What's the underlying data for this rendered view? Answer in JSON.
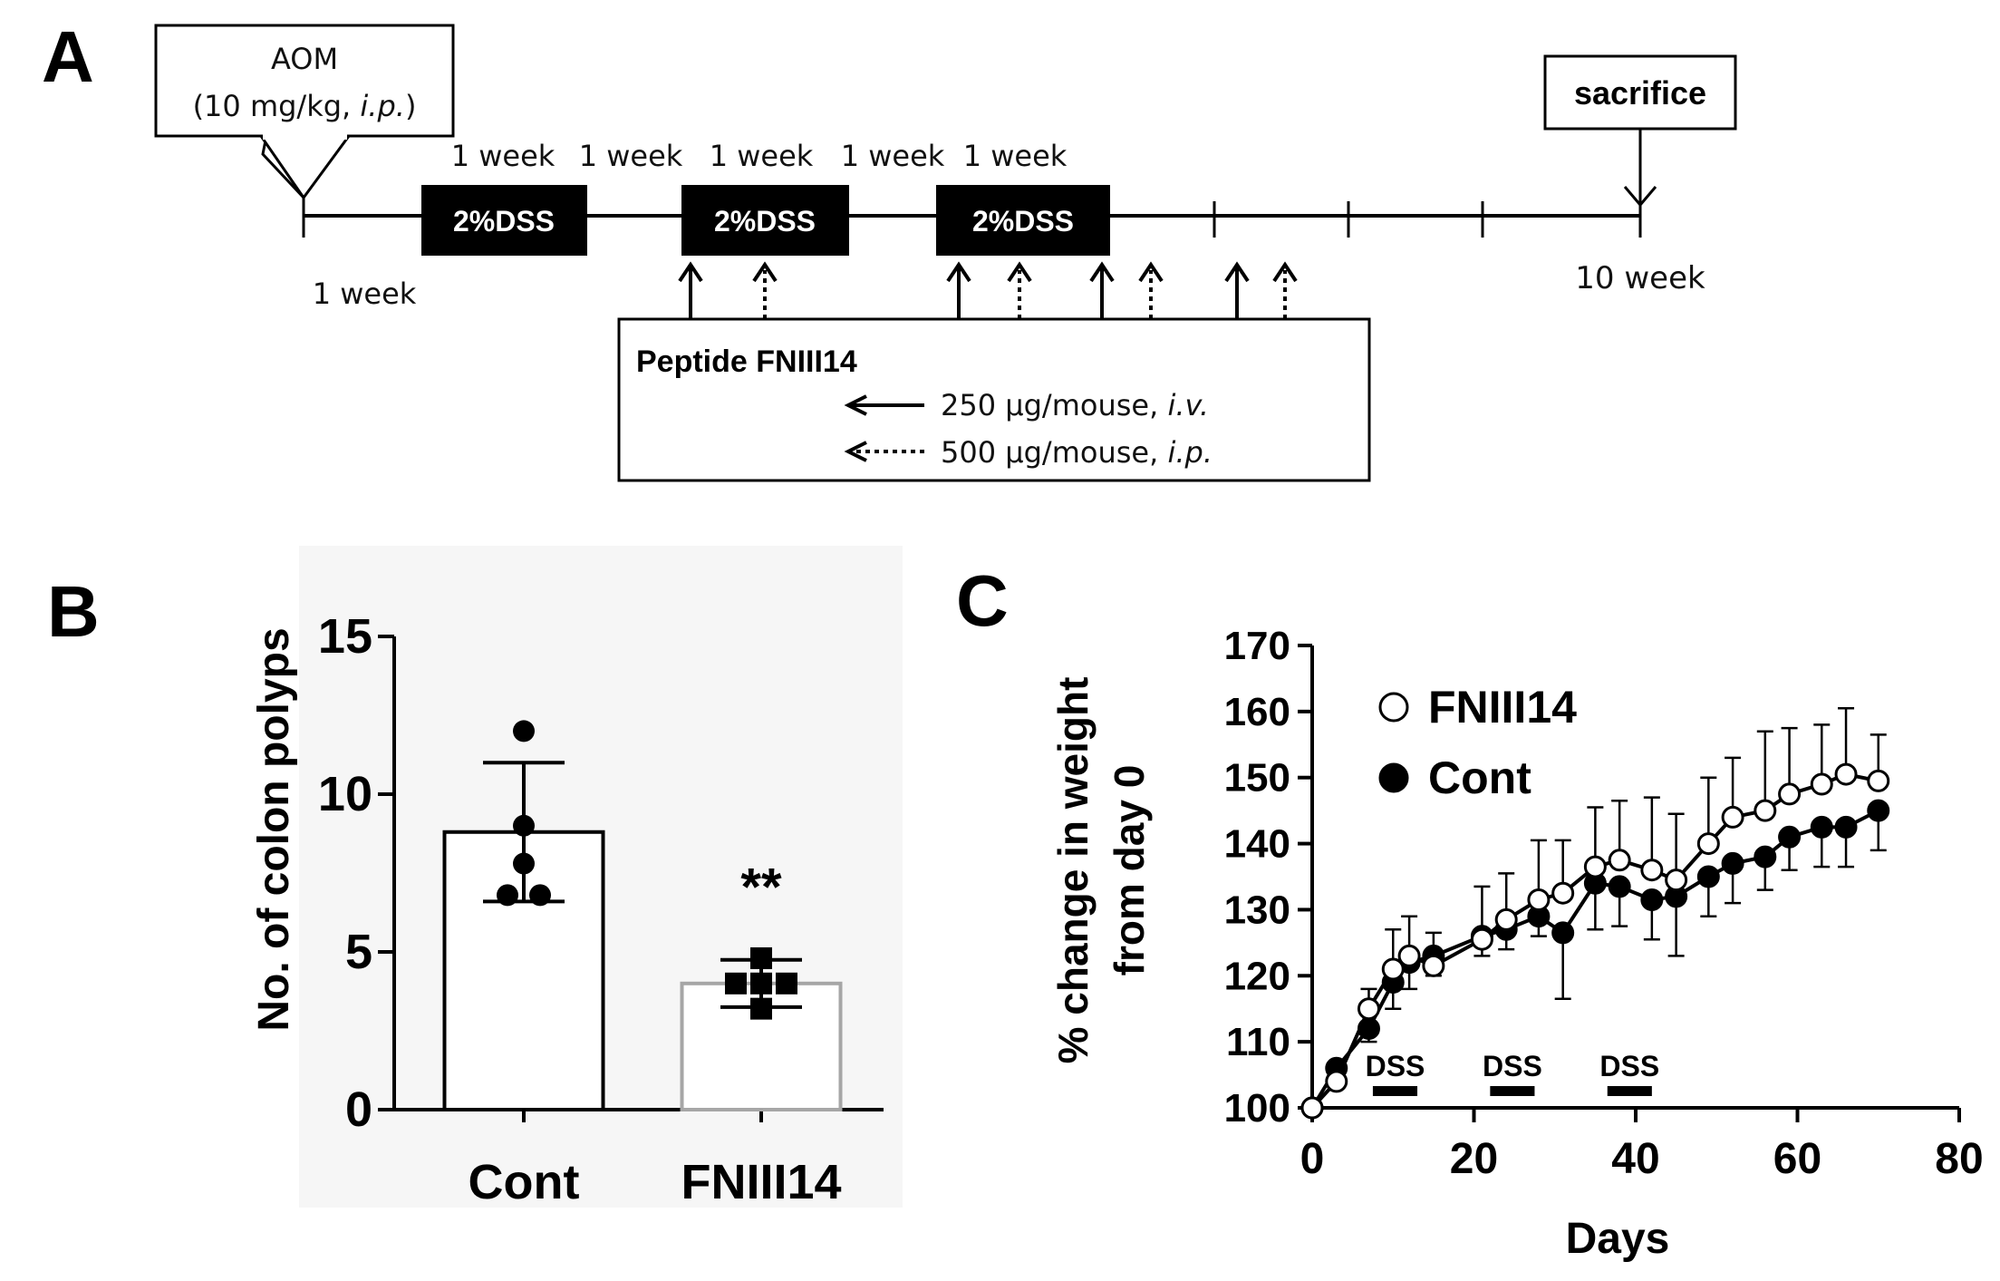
{
  "panels": {
    "a": {
      "letter": "A"
    },
    "b": {
      "letter": "B"
    },
    "c": {
      "letter": "C"
    }
  },
  "timeline": {
    "aom_label": "AOM",
    "aom_dose_prefix": "(10 mg/kg, ",
    "aom_route": "i.p.",
    "aom_dose_suffix": ")",
    "sacrifice_label": "sacrifice",
    "dss_label": "2%DSS",
    "week_labels": [
      "1 week",
      "1 week",
      "1 week",
      "1 week",
      "1 week"
    ],
    "first_week_label": "1 week",
    "end_label": "10 week",
    "peptide_title": "Peptide FNIII14",
    "legend_iv_dose": "250 µg/mouse, ",
    "legend_iv_route": "i.v.",
    "legend_ip_dose": "500 µg/mouse, ",
    "legend_ip_route": "i.p."
  },
  "chart_data": [
    {
      "panel": "B",
      "type": "bar",
      "ylabel": "No. of colon polyps",
      "ylim": [
        0,
        15
      ],
      "yticks": [
        0,
        5,
        10,
        15
      ],
      "categories": [
        "Cont",
        "FNIII14"
      ],
      "values": [
        8.8,
        4.0
      ],
      "errors": [
        2.2,
        0.75
      ],
      "bar_colors": [
        "#000000",
        "#a6a6a6"
      ],
      "points": [
        [
          12,
          9,
          7.8,
          6.8,
          6.8
        ],
        [
          4.8,
          4.0,
          4.0,
          4.0,
          3.2
        ]
      ],
      "significance": [
        "",
        "**"
      ]
    },
    {
      "panel": "C",
      "type": "line",
      "xlabel": "Days",
      "ylabel_lines": [
        "% change in weight",
        "from day 0"
      ],
      "xlim": [
        0,
        80
      ],
      "ylim": [
        100,
        170
      ],
      "xticks": [
        0,
        20,
        40,
        60,
        80
      ],
      "yticks": [
        100,
        110,
        120,
        130,
        140,
        150,
        160,
        170
      ],
      "series": [
        {
          "name": "Cont",
          "marker": "filled",
          "x": [
            0,
            3,
            7,
            10,
            12,
            15,
            21,
            24,
            28,
            31,
            35,
            38,
            42,
            45,
            49,
            52,
            56,
            59,
            63,
            66,
            70
          ],
          "y": [
            100,
            106,
            112,
            119,
            122,
            123,
            126,
            127,
            129,
            126.5,
            134,
            133.5,
            131.5,
            132,
            135,
            137,
            138,
            141,
            142.5,
            142.5,
            145
          ],
          "err": [
            0,
            1,
            2,
            4,
            4,
            3,
            3,
            3,
            3,
            10,
            7,
            6,
            6,
            9,
            6,
            6,
            5,
            5,
            6,
            6,
            6
          ]
        },
        {
          "name": "FNIII14",
          "marker": "open",
          "x": [
            0,
            3,
            7,
            10,
            12,
            15,
            21,
            24,
            28,
            31,
            35,
            38,
            42,
            45,
            49,
            52,
            56,
            59,
            63,
            66,
            70
          ],
          "y": [
            100,
            104,
            115,
            121,
            123,
            121.5,
            125.5,
            128.5,
            131.5,
            132.5,
            136.5,
            137.5,
            136,
            134.5,
            140,
            144,
            145,
            147.5,
            149,
            150.5,
            149.5
          ],
          "err": [
            0,
            1,
            3,
            6,
            6,
            5,
            8,
            7,
            9,
            8,
            9,
            9,
            11,
            10,
            10,
            9,
            12,
            10,
            9,
            10,
            7
          ]
        }
      ],
      "annotations": [
        {
          "text": "DSS",
          "x_start": 7.5,
          "x_end": 13
        },
        {
          "text": "DSS",
          "x_start": 22,
          "x_end": 27.5
        },
        {
          "text": "DSS",
          "x_start": 36.5,
          "x_end": 42
        }
      ],
      "legend_position": "top-left"
    }
  ]
}
